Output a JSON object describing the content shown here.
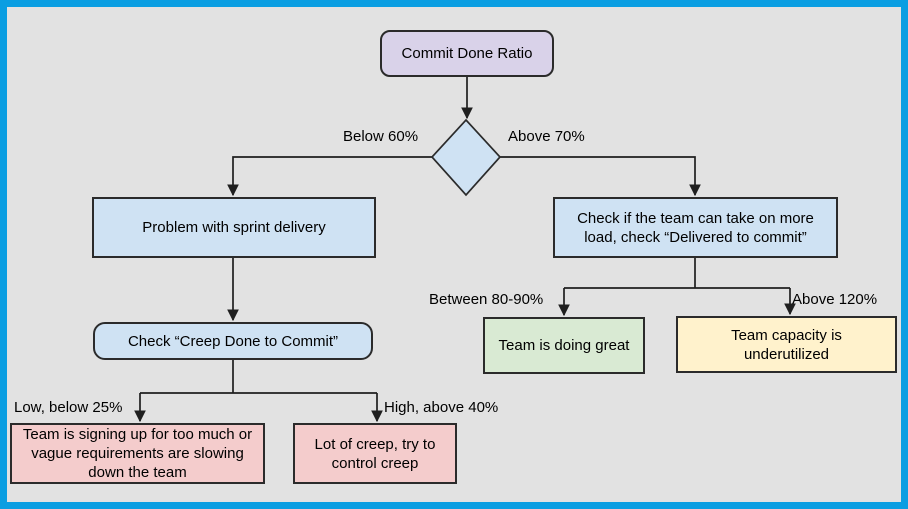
{
  "flowchart": {
    "title": "Commit Done Ratio decision flowchart",
    "colors": {
      "frame_blue": "#0a9ee2",
      "canvas_bg": "#e2e2e2",
      "node_border": "#2b2b2b",
      "connector": "#1f1f1f",
      "node_purple": "#d9d2e9",
      "node_blue": "#cfe2f3",
      "node_green": "#d9ead3",
      "node_yellow": "#fff2cc",
      "node_pink": "#f4cccc"
    },
    "nodes": {
      "commit_done_ratio": "Commit Done Ratio",
      "decision": "",
      "problem_sprint": "Problem with sprint delivery",
      "check_more_load": "Check if the team can take on more load, check “Delivered to commit”",
      "check_creep": "Check “Creep Done to Commit”",
      "too_much_vague": "Team is signing up for too much or vague requirements are slowing down the team",
      "lot_of_creep": "Lot of creep, try to control creep",
      "doing_great": "Team is doing great",
      "underutilized": "Team capacity is underutilized"
    },
    "edges": [
      {
        "from": "commit_done_ratio",
        "to": "decision",
        "label": ""
      },
      {
        "from": "decision",
        "to": "problem_sprint",
        "label": "Below 60%"
      },
      {
        "from": "decision",
        "to": "check_more_load",
        "label": "Above 70%"
      },
      {
        "from": "problem_sprint",
        "to": "check_creep",
        "label": ""
      },
      {
        "from": "check_creep",
        "to": "too_much_vague",
        "label": "Low, below 25%"
      },
      {
        "from": "check_creep",
        "to": "lot_of_creep",
        "label": "High, above 40%"
      },
      {
        "from": "check_more_load",
        "to": "doing_great",
        "label": "Between 80-90%"
      },
      {
        "from": "check_more_load",
        "to": "underutilized",
        "label": "Above 120%"
      }
    ]
  }
}
